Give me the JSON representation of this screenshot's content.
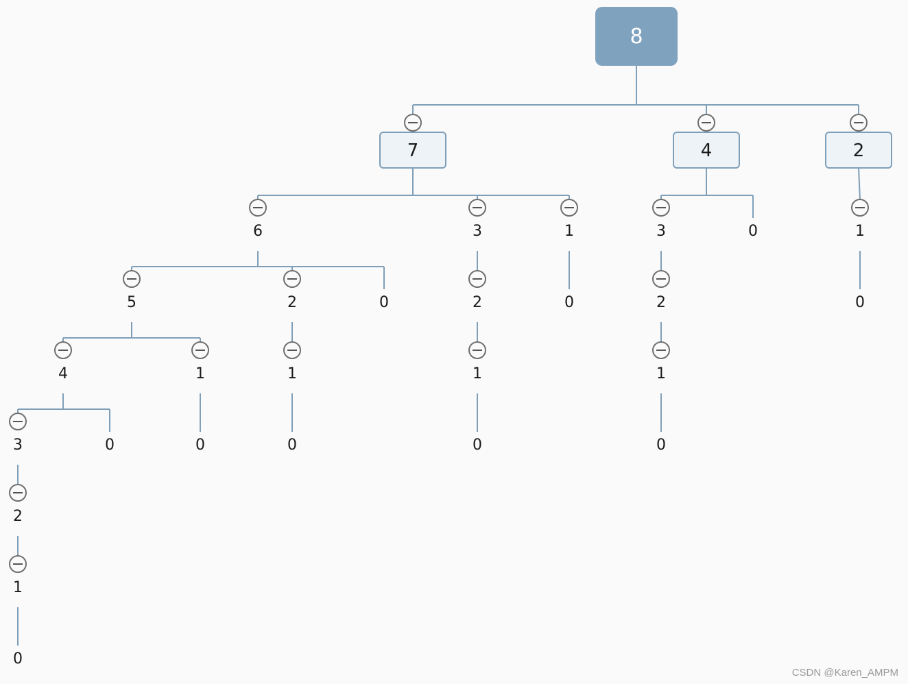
{
  "tree": {
    "label": "8",
    "children": [
      {
        "label": "7",
        "children": [
          {
            "label": "6",
            "children": [
              {
                "label": "5",
                "children": [
                  {
                    "label": "4",
                    "children": [
                      {
                        "label": "3",
                        "children": [
                          {
                            "label": "2",
                            "children": [
                              {
                                "label": "1",
                                "children": [
                                  {
                                    "label": "0"
                                  }
                                ]
                              }
                            ]
                          }
                        ]
                      },
                      {
                        "label": "0"
                      }
                    ]
                  },
                  {
                    "label": "1",
                    "children": [
                      {
                        "label": "0"
                      }
                    ]
                  }
                ]
              },
              {
                "label": "2",
                "children": [
                  {
                    "label": "1",
                    "children": [
                      {
                        "label": "0"
                      }
                    ]
                  }
                ]
              },
              {
                "label": "0"
              }
            ]
          },
          {
            "label": "3",
            "children": [
              {
                "label": "2",
                "children": [
                  {
                    "label": "1",
                    "children": [
                      {
                        "label": "0"
                      }
                    ]
                  }
                ]
              }
            ]
          },
          {
            "label": "1",
            "children": [
              {
                "label": "0"
              }
            ]
          }
        ]
      },
      {
        "label": "4",
        "children": [
          {
            "label": "3",
            "children": [
              {
                "label": "2",
                "children": [
                  {
                    "label": "1",
                    "children": [
                      {
                        "label": "0"
                      }
                    ]
                  }
                ]
              }
            ]
          },
          {
            "label": "0"
          }
        ]
      },
      {
        "label": "2",
        "children": [
          {
            "label": "1",
            "children": [
              {
                "label": "0"
              }
            ]
          }
        ]
      }
    ]
  },
  "colors": {
    "root_fill": "#7fa2bf",
    "edge": "#7f9fb8",
    "box_fill": "#eef3f7",
    "background": "#fafafa"
  },
  "toggle_icon": "collapse-circle-minus-icon",
  "watermark": "CSDN @Karen_AMPM"
}
